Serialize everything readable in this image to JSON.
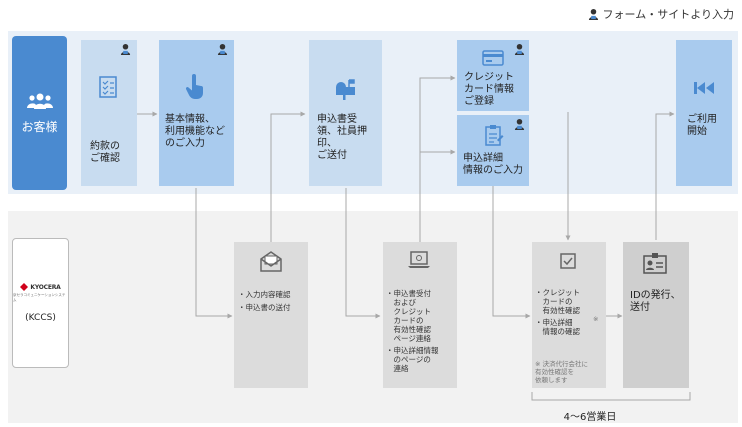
{
  "legend": {
    "label": "フォーム・サイトより入力",
    "icon": "person-input-icon"
  },
  "actors": {
    "customer": {
      "label": "お客様",
      "icon": "group-icon"
    },
    "company": {
      "logo_text": "KYOCERA",
      "logo_subtext": "京セラコミュニケーションシステム",
      "label": "(KCCS)"
    }
  },
  "customer_steps": [
    {
      "id": "terms",
      "label": "約款の\nご確認",
      "icon": "checklist-icon"
    },
    {
      "id": "basic",
      "label": "基本情報、\n利用機能など\nのご入力",
      "icon": "pointer-icon"
    },
    {
      "id": "send",
      "label": "申込書受\n領、社員押\n印、\nご送付",
      "icon": "mailbox-icon"
    },
    {
      "id": "card",
      "label": "クレジット\nカード情報\nご登録",
      "icon": "credit-card-icon"
    },
    {
      "id": "detail",
      "label": "申込詳細\n情報のご入力",
      "icon": "clipboard-icon"
    },
    {
      "id": "start",
      "label": "ご利用\n開始",
      "icon": "rewind-icon"
    }
  ],
  "company_steps": [
    {
      "id": "confirm",
      "icon": "envelope-icon",
      "items": [
        "入力内容確認",
        "申込書の送付"
      ]
    },
    {
      "id": "receive",
      "icon": "laptop-icon",
      "items": [
        "申込書受付\nおよび\nクレジット\nカードの\n有効性確認\nページ連絡",
        "申込詳細情報\nのページの\n連絡"
      ]
    },
    {
      "id": "validate",
      "icon": "checkbox-icon",
      "items": [
        "クレジット\nカードの\n有効性確認",
        "申込詳細\n情報の確認"
      ],
      "asterisk": "※",
      "note": "※ 決済代行会社に\n有効性確認を\n依頼します"
    },
    {
      "id": "issue",
      "icon": "id-card-icon",
      "label": "IDの発行、\n送付"
    }
  ],
  "duration_label": "4～6営業日",
  "colors": {
    "customer_band": "#e9f0f8",
    "company_band": "#f2f2f2",
    "customer_actor": "#4a8ad0",
    "customer_box": "#c8dcf0",
    "customer_box_active": "#a9cbee",
    "company_box": "#dcdcdc",
    "company_box_dark": "#cfcfcf",
    "icon_blue": "#4a8ad0",
    "icon_gray": "#666666",
    "connector": "#a8a8a8"
  }
}
